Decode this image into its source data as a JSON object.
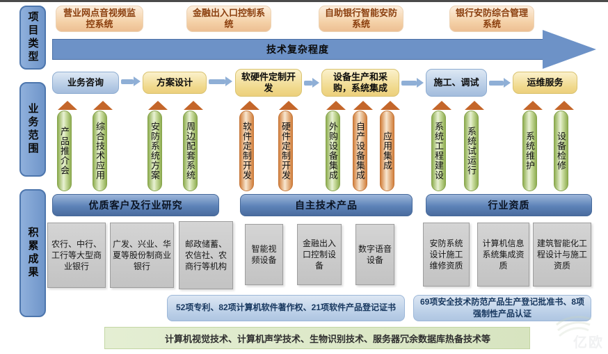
{
  "row_labels": {
    "project_type": "项目类型",
    "business_scope": "业务范围",
    "achievements": "积累成果"
  },
  "project_types": [
    {
      "label": "营业网点音视频监控系统"
    },
    {
      "label": "金融出入口控制系统"
    },
    {
      "label": "自助银行智能安防系统"
    },
    {
      "label": "银行安防综合管理系统"
    }
  ],
  "complexity_arrow": {
    "label": "技术复杂程度"
  },
  "flow_steps": [
    {
      "label": "业务咨询"
    },
    {
      "label": "方案设计"
    },
    {
      "label": "软硬件定制开发"
    },
    {
      "label": "设备生产和采购，系统集成"
    },
    {
      "label": "施工、调试"
    },
    {
      "label": "运维服务"
    }
  ],
  "scope_items": [
    {
      "label": "产品推介会",
      "color": "green"
    },
    {
      "label": "综合技术应用",
      "color": "green"
    },
    {
      "label": "安防系统方案",
      "color": "green"
    },
    {
      "label": "周边配套系统",
      "color": "green"
    },
    {
      "label": "软件定制开发",
      "color": "orange"
    },
    {
      "label": "硬件定制开发",
      "color": "orange"
    },
    {
      "label": "外购设备集成",
      "color": "green"
    },
    {
      "label": "自产设备集成",
      "color": "orange"
    },
    {
      "label": "应用集成",
      "color": "orange"
    },
    {
      "label": "系统工程建设",
      "color": "green"
    },
    {
      "label": "系统试运行",
      "color": "green"
    },
    {
      "label": "系统维护",
      "color": "green"
    },
    {
      "label": "设备检修",
      "color": "green"
    }
  ],
  "sections": [
    {
      "label": "优质客户及行业研究"
    },
    {
      "label": "自主技术产品"
    },
    {
      "label": "行业资质"
    }
  ],
  "clients": [
    {
      "label": "农行、中行、工行等大型商业银行"
    },
    {
      "label": "广发、兴业、华夏等股份制商业银行"
    },
    {
      "label": "邮政储蓄、农信社、农商行等机构"
    }
  ],
  "products": [
    {
      "label": "智能视频设备"
    },
    {
      "label": "金融出入口控制设备"
    },
    {
      "label": "数字语音设备"
    }
  ],
  "qualifications": [
    {
      "label": "安防系统设计施工维修资质"
    },
    {
      "label": "计算机信息系统集成资质"
    },
    {
      "label": "建筑智能化工程设计与施工资质"
    }
  ],
  "cert_notes": [
    {
      "label": "52项专利、82项计算机软件著作权、21项软件产品登记证书"
    },
    {
      "label": "69项安全技术防范产品生产登记批准书、8项强制性产品认证"
    }
  ],
  "tech_footer": {
    "label": "计算机视觉技术、计算机声学技术、生物识别技术、服务器冗余数据库热备技术等"
  },
  "watermark": {
    "label": "亿欧"
  },
  "colors": {
    "steel_blue_arrow": "#6d92c7",
    "blue_box": "#b3c9e4",
    "yellow_box": "#f0d98c",
    "green_arrow": "#8fae51",
    "orange_arrow": "#d2803d",
    "arrowhead": "#c4662a",
    "section_header": "#5d83b8",
    "gray_box": "#c8c8c8",
    "note_blue": "#bcd0e8",
    "footer_green": "#d7e4c0"
  }
}
